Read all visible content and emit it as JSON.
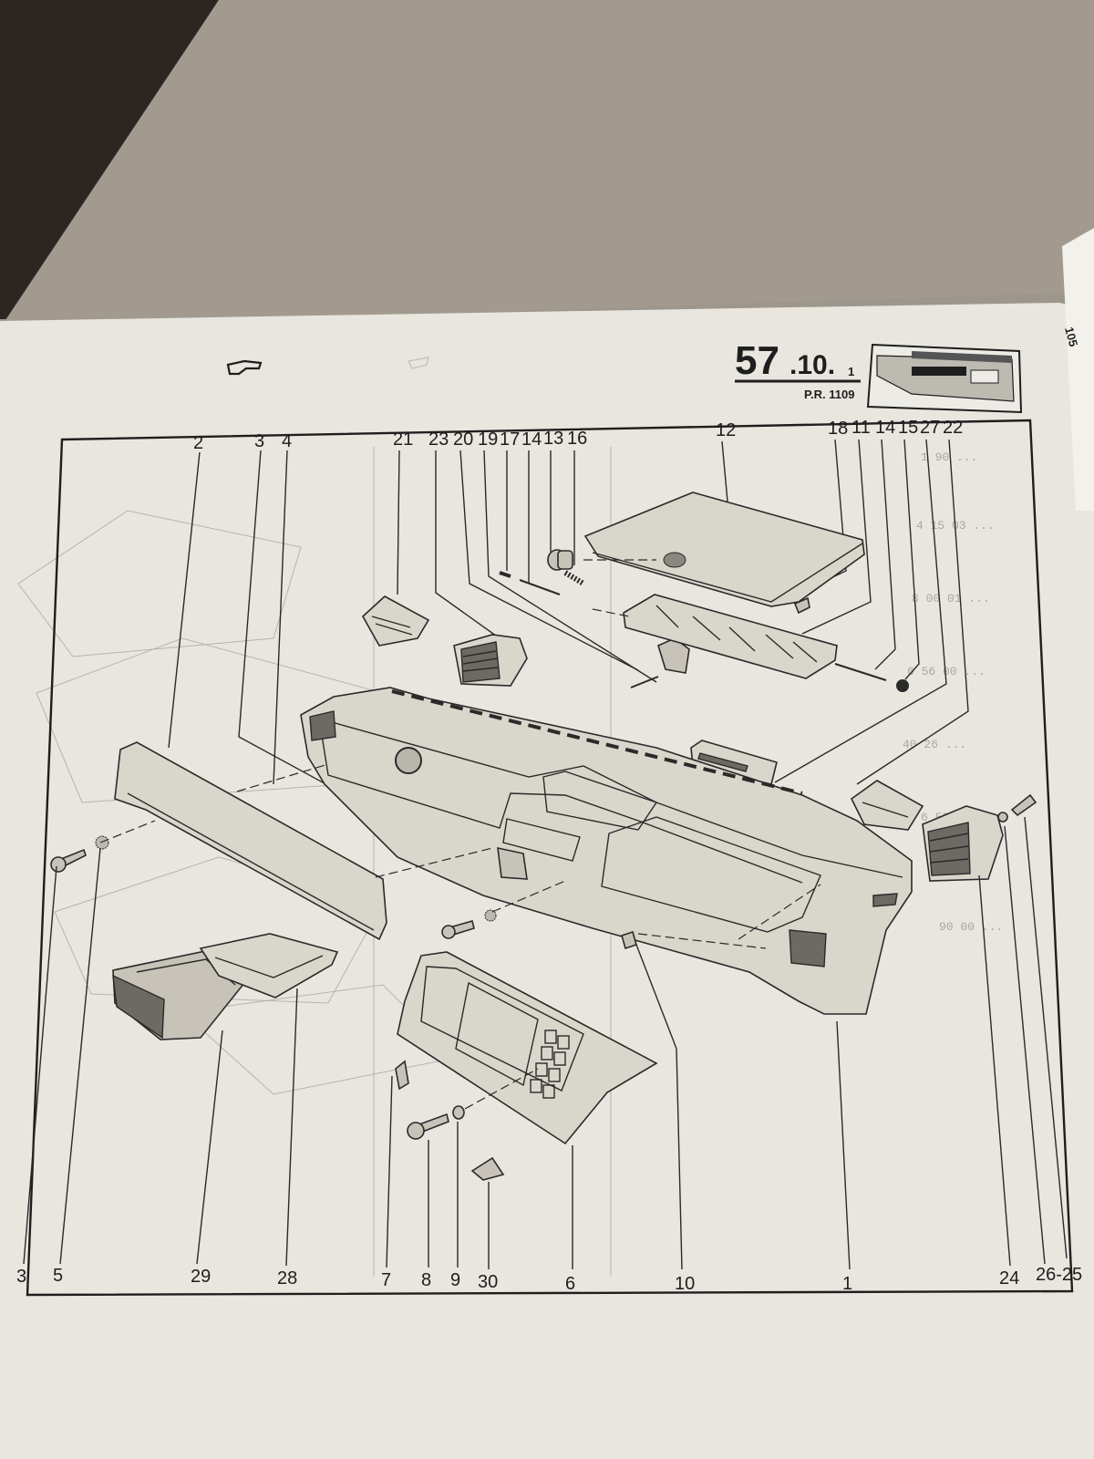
{
  "header": {
    "page_number": "57.10.1",
    "page_code": "P.R. 1109",
    "thumbnail_icon": "dashboard-thumbnail-icon",
    "pointer_icon": "pointing-hand-icon",
    "edge_tab": "105"
  },
  "callouts_top": [
    "2",
    "3",
    "4",
    "21",
    "23",
    "20",
    "19",
    "17",
    "14",
    "13",
    "16",
    "12",
    "18",
    "11",
    "14",
    "15",
    "27",
    "22"
  ],
  "callouts_bottom": [
    "3",
    "5",
    "29",
    "28",
    "7",
    "8",
    "9",
    "30",
    "6",
    "10",
    "1",
    "24",
    "26-25"
  ],
  "colors": {
    "paper": "#e8e6df",
    "ink": "#1e1e1e",
    "fabric": "#9e958a"
  }
}
